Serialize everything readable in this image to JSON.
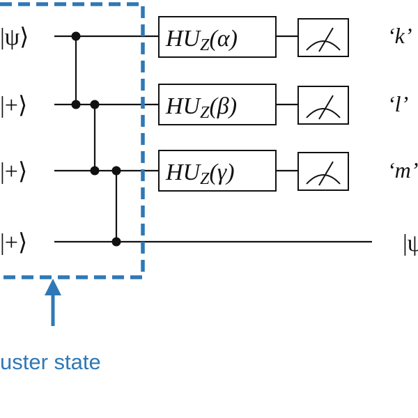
{
  "inputs": [
    "|ψ⟩",
    "|+⟩",
    "|+⟩",
    "|+⟩"
  ],
  "gates": [
    "HU",
    "HU",
    "HU"
  ],
  "gate_sub": "Z",
  "gate_params": [
    "(α)",
    "(β)",
    "(γ)"
  ],
  "outputs": [
    "‘k’",
    "‘l’",
    "‘m’",
    "|ψ"
  ],
  "annotation": {
    "label": "uster state",
    "accent_color": "#2f78b5"
  }
}
